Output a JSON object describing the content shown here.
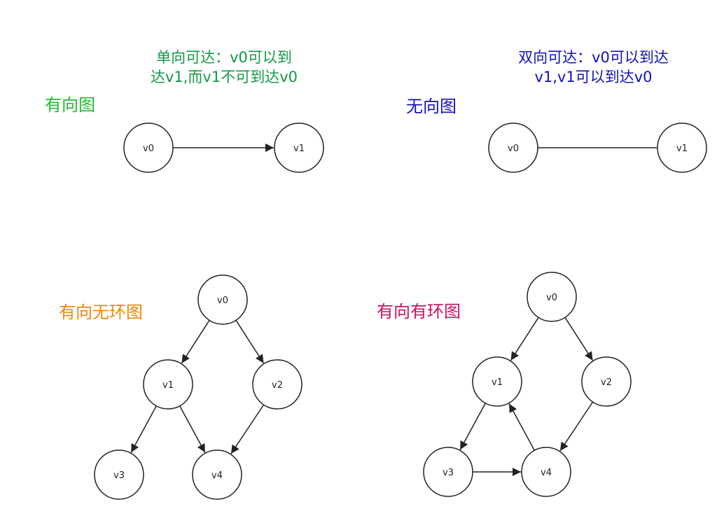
{
  "colors": {
    "directed": "#22bb33",
    "undirected": "#1111bb",
    "dag": "#ee8811",
    "cyclic": "#cc1166",
    "edge": "#222222"
  },
  "directed_section": {
    "title": "有向图",
    "note_line1": "单向可达：v0可以到",
    "note_line2": "达v1,而v1不可到达v0"
  },
  "undirected_section": {
    "title": "无向图",
    "note_line1": "双向可达：v0可以到达",
    "note_line2": "v1,v1可以到达v0"
  },
  "dag_section": {
    "title": "有向无环图"
  },
  "cyclic_section": {
    "title": "有向有环图"
  },
  "graphs": [
    {
      "id": "directed",
      "nodes": [
        {
          "id": "a",
          "label": "v0"
        },
        {
          "id": "b",
          "label": "v1"
        }
      ],
      "edges": [
        {
          "from": "a",
          "to": "b",
          "arrow": true
        }
      ]
    },
    {
      "id": "undirected",
      "nodes": [
        {
          "id": "a",
          "label": "v0"
        },
        {
          "id": "b",
          "label": "v1"
        }
      ],
      "edges": [
        {
          "from": "a",
          "to": "b",
          "arrow": false
        }
      ]
    },
    {
      "id": "dag",
      "nodes": [
        {
          "id": "v0",
          "label": "v0"
        },
        {
          "id": "v1",
          "label": "v1"
        },
        {
          "id": "v2",
          "label": "v2"
        },
        {
          "id": "v3",
          "label": "v3"
        },
        {
          "id": "v4",
          "label": "v4"
        }
      ],
      "edges": [
        {
          "from": "v0",
          "to": "v1",
          "arrow": true
        },
        {
          "from": "v0",
          "to": "v2",
          "arrow": true
        },
        {
          "from": "v1",
          "to": "v3",
          "arrow": true
        },
        {
          "from": "v1",
          "to": "v4",
          "arrow": true
        },
        {
          "from": "v2",
          "to": "v4",
          "arrow": true
        }
      ]
    },
    {
      "id": "cyclic",
      "nodes": [
        {
          "id": "v0",
          "label": "v0"
        },
        {
          "id": "v1",
          "label": "v1"
        },
        {
          "id": "v2",
          "label": "v2"
        },
        {
          "id": "v3",
          "label": "v3"
        },
        {
          "id": "v4",
          "label": "v4"
        }
      ],
      "edges": [
        {
          "from": "v0",
          "to": "v1",
          "arrow": true
        },
        {
          "from": "v0",
          "to": "v2",
          "arrow": true
        },
        {
          "from": "v1",
          "to": "v3",
          "arrow": true
        },
        {
          "from": "v2",
          "to": "v4",
          "arrow": true
        },
        {
          "from": "v3",
          "to": "v4",
          "arrow": true
        },
        {
          "from": "v4",
          "to": "v1",
          "arrow": true
        }
      ]
    }
  ]
}
